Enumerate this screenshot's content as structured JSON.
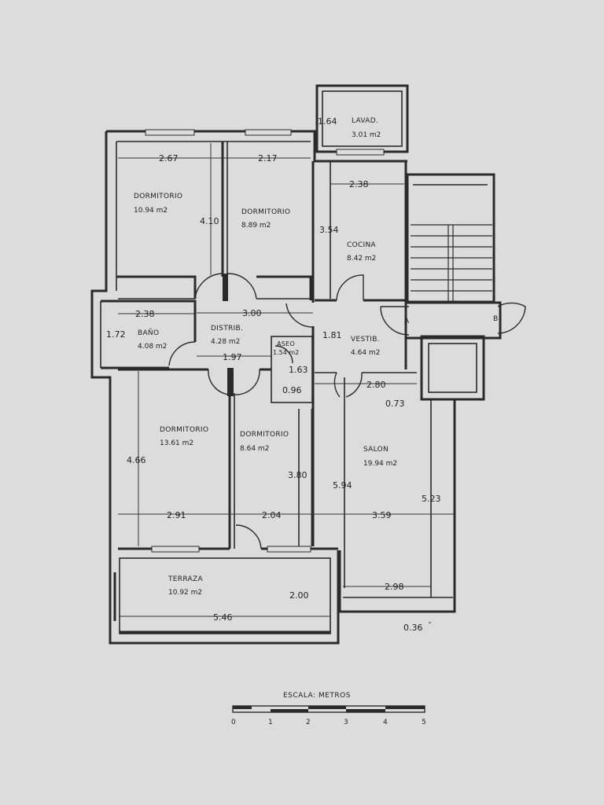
{
  "rooms": [
    {
      "id": "lavad",
      "name": "LAVAD.",
      "area": "3.01 m2"
    },
    {
      "id": "dorm1",
      "name": "DORMITORIO",
      "area": "10.94 m2"
    },
    {
      "id": "dorm2",
      "name": "DORMITORIO",
      "area": "8.89 m2"
    },
    {
      "id": "cocina",
      "name": "COCINA",
      "area": "8.42 m2"
    },
    {
      "id": "bano",
      "name": "BAÑO",
      "area": "4.08 m2"
    },
    {
      "id": "distrib",
      "name": "DISTRIB.",
      "area": "4.28 m2"
    },
    {
      "id": "aseo",
      "name": "ASEO",
      "area": "1.54 m2"
    },
    {
      "id": "vestib",
      "name": "VESTIB.",
      "area": "4.64 m2"
    },
    {
      "id": "dorm3",
      "name": "DORMITORIO",
      "area": "13.61 m2"
    },
    {
      "id": "dorm4",
      "name": "DORMITORIO",
      "area": "8.64 m2"
    },
    {
      "id": "salon",
      "name": "SALON",
      "area": "19.94 m2"
    },
    {
      "id": "terraza",
      "name": "TERRAZA",
      "area": "10.92 m2"
    }
  ],
  "dimensions": [
    "1.64",
    "2.67",
    "2.17",
    "2.38",
    "4.10",
    "3.54",
    "2.38",
    "3.00",
    "1.72",
    "1.81",
    "1.97",
    "1.63",
    "0.96",
    "2.80",
    "0.73",
    "4.66",
    "3.80",
    "5.94",
    "5.23",
    "2.91",
    "2.04",
    "3.59",
    "2.00",
    "2.98",
    "5.46",
    "0.36"
  ],
  "markers": {
    "a": "A",
    "b": "B"
  },
  "scale": {
    "title": "ESCALA:  METROS",
    "ticks": [
      "0",
      "1",
      "2",
      "3",
      "4",
      "5"
    ]
  }
}
